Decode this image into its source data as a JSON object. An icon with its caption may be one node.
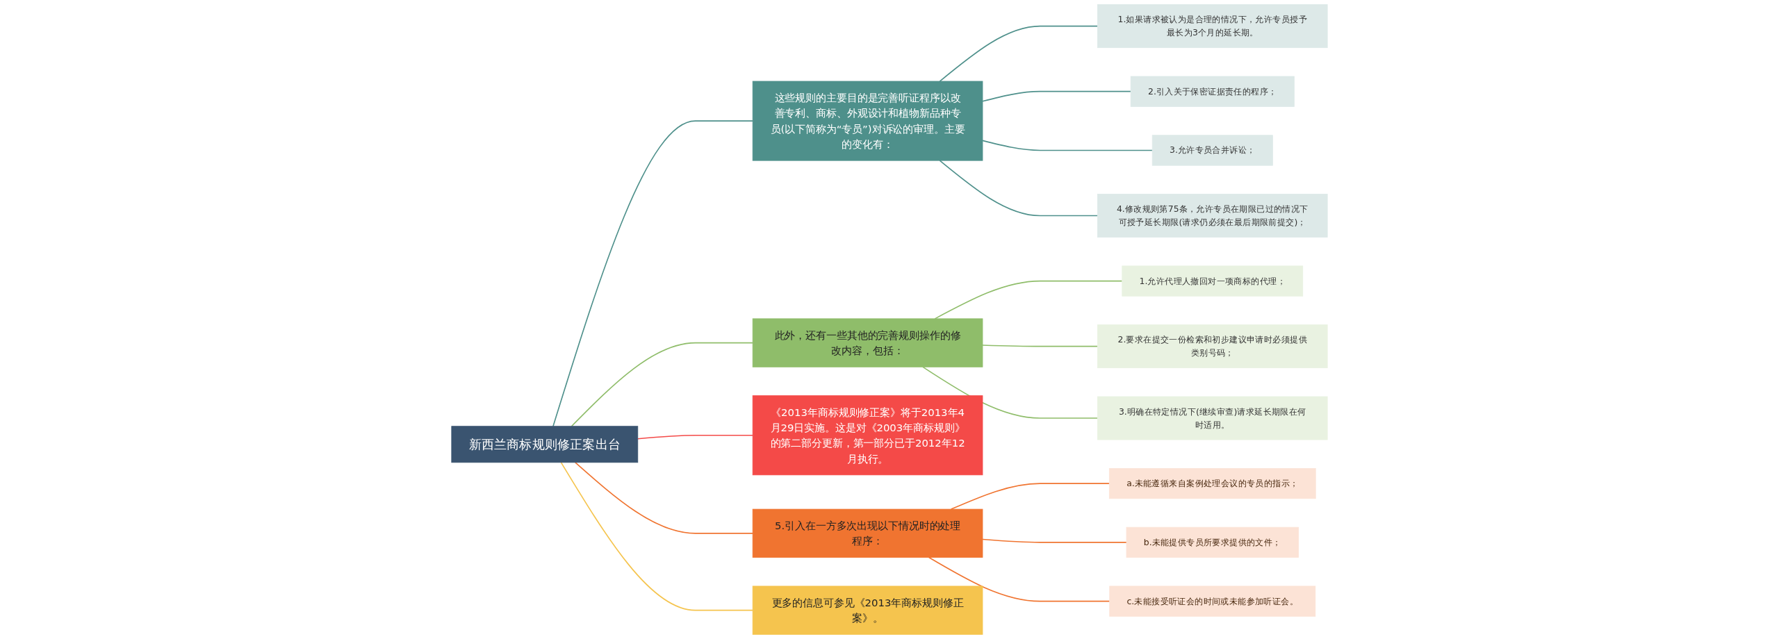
{
  "diagram": {
    "nodes": [
      {
        "text": [
          "新西兰商标规则修正案出台"
        ]
      },
      {
        "text": [
          "这些规则的主要目的是完善听证程序以改善专利、商标、外观设计和植物新品种专员(以下简称为“专员”)对诉讼的审理。主要的变化有："
        ]
      },
      {
        "text": [
          "1.如果请求被认为是合理的情况下，允许专员授予最长为3个月的延长期。"
        ]
      },
      {
        "text": [
          "2.引入关于保密证据责任的程序；"
        ]
      },
      {
        "text": [
          "3.允许专员合并诉讼；"
        ]
      },
      {
        "text": [
          "4.修改规则第75条，允许专员在期限已过的情况下可授予延长期限(请求仍必须在最后期限前提交)；"
        ]
      },
      {
        "text": [
          "此外，还有一些其他的完善规则操作的修改内容，包括："
        ]
      },
      {
        "text": [
          "1.允许代理人撤回对一项商标的代理；"
        ]
      },
      {
        "text": [
          "2.要求在提交一份检索和初步建议申请时必须提供类别号码；"
        ]
      },
      {
        "text": [
          "3.明确在特定情况下(继续审查)请求延长期限在何时适用。"
        ]
      },
      {
        "text": [
          "《2013年商标规则修正案》将于2013年4月29日实施。这是对《2003年商标规则》的第二部分更新，第一部分已于2012年12月执行。"
        ]
      },
      {
        "text": [
          "5.引入在一方多次出现以下情况时的处理程序："
        ]
      },
      {
        "text": [
          "a.未能遵循来自案例处理会议的专员的指示；"
        ]
      },
      {
        "text": [
          "b.未能提供专员所要求提供的文件；"
        ]
      },
      {
        "text": [
          "c.未能接受听证会的时间或未能参加听证会。"
        ]
      },
      {
        "text": [
          "更多的信息可参见《2013年商标规则修正案》。"
        ]
      }
    ],
    "edges": [
      {
        "from": 0,
        "to": 1,
        "arrow": "none",
        "color": "#4e908b"
      },
      {
        "from": 1,
        "to": 2,
        "arrow": "none",
        "color": "#4e908b"
      },
      {
        "from": 1,
        "to": 3,
        "arrow": "none",
        "color": "#4e908b"
      },
      {
        "from": 1,
        "to": 4,
        "arrow": "none",
        "color": "#4e908b"
      },
      {
        "from": 1,
        "to": 5,
        "arrow": "none",
        "color": "#4e908b"
      },
      {
        "from": 0,
        "to": 6,
        "arrow": "none",
        "color": "#8fbd6a"
      },
      {
        "from": 6,
        "to": 7,
        "arrow": "none",
        "color": "#8fbd6a"
      },
      {
        "from": 6,
        "to": 8,
        "arrow": "none",
        "color": "#8fbd6a"
      },
      {
        "from": 6,
        "to": 9,
        "arrow": "none",
        "color": "#8fbd6a"
      },
      {
        "from": 0,
        "to": 10,
        "arrow": "none",
        "color": "#f44a48"
      },
      {
        "from": 0,
        "to": 11,
        "arrow": "none",
        "color": "#f07430"
      },
      {
        "from": 11,
        "to": 12,
        "arrow": "none",
        "color": "#f07430"
      },
      {
        "from": 11,
        "to": 13,
        "arrow": "none",
        "color": "#f07430"
      },
      {
        "from": 11,
        "to": 14,
        "arrow": "none",
        "color": "#f07430"
      },
      {
        "from": 0,
        "to": 15,
        "arrow": "none",
        "color": "#f5c44e"
      }
    ]
  }
}
